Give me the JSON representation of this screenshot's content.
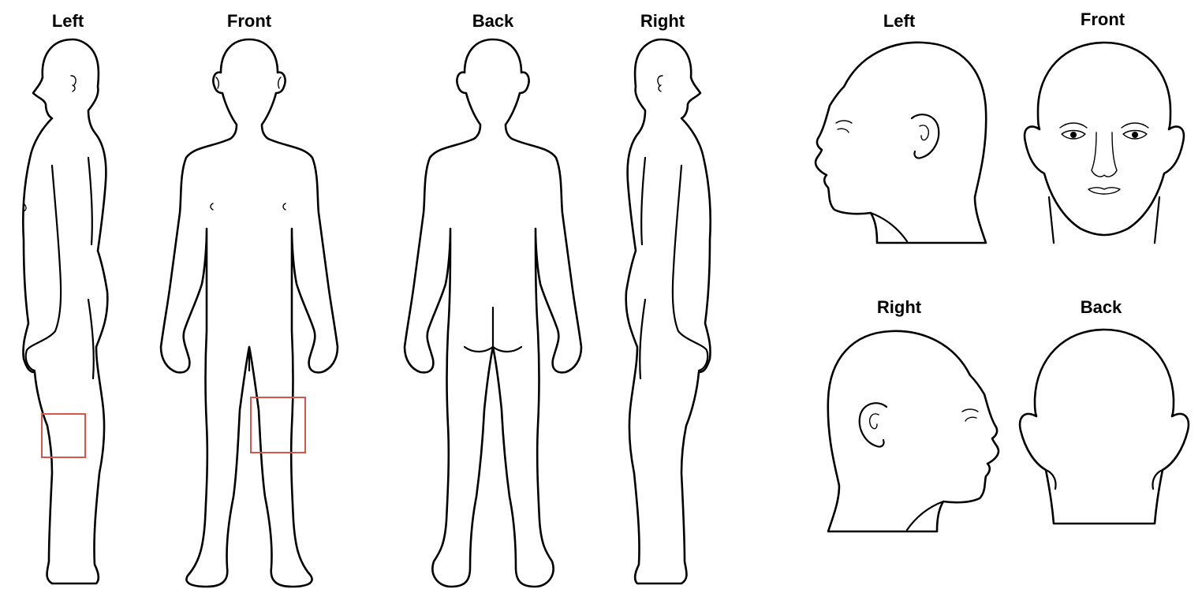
{
  "body_chart": {
    "views": [
      {
        "id": "left",
        "label": "Left"
      },
      {
        "id": "front",
        "label": "Front"
      },
      {
        "id": "back",
        "label": "Back"
      },
      {
        "id": "right",
        "label": "Right"
      }
    ]
  },
  "head_chart": {
    "views": [
      {
        "id": "left",
        "label": "Left"
      },
      {
        "id": "front",
        "label": "Front"
      },
      {
        "id": "right",
        "label": "Right"
      },
      {
        "id": "back",
        "label": "Back"
      }
    ]
  },
  "markers": [
    {
      "view": "body-left",
      "region": "knee"
    },
    {
      "view": "body-front",
      "region": "knee"
    }
  ],
  "colors": {
    "outline": "#000000",
    "marker": "#d9534f",
    "background": "#ffffff"
  }
}
